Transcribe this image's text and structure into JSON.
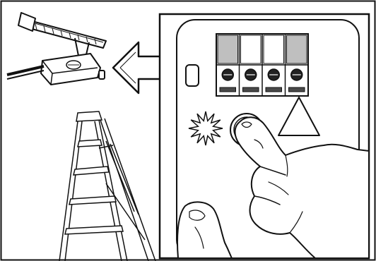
{
  "diagram": {
    "components": [
      {
        "name": "garage-door-opener-motor-unit",
        "icon": "opener-icon"
      },
      {
        "name": "direction-arrow",
        "icon": "arrow-left-icon"
      },
      {
        "name": "step-ladder",
        "icon": "ladder-icon"
      },
      {
        "name": "motor-unit-panel",
        "icon": "panel-icon"
      },
      {
        "name": "learn-button",
        "icon": "push-button-icon"
      },
      {
        "name": "indicator-light-flash",
        "icon": "starburst-icon"
      },
      {
        "name": "warning-triangle",
        "icon": "triangle-icon"
      },
      {
        "name": "wire-terminal-block",
        "icon": "terminal-block-icon"
      },
      {
        "name": "hand-pressing-button",
        "icon": "hand-icon"
      }
    ],
    "colors": {
      "line": "#111111",
      "background": "#ffffff",
      "terminal_gray": "#bfbfbf",
      "terminal_dark": "#4a4a4a"
    },
    "terminal_count": 4
  }
}
